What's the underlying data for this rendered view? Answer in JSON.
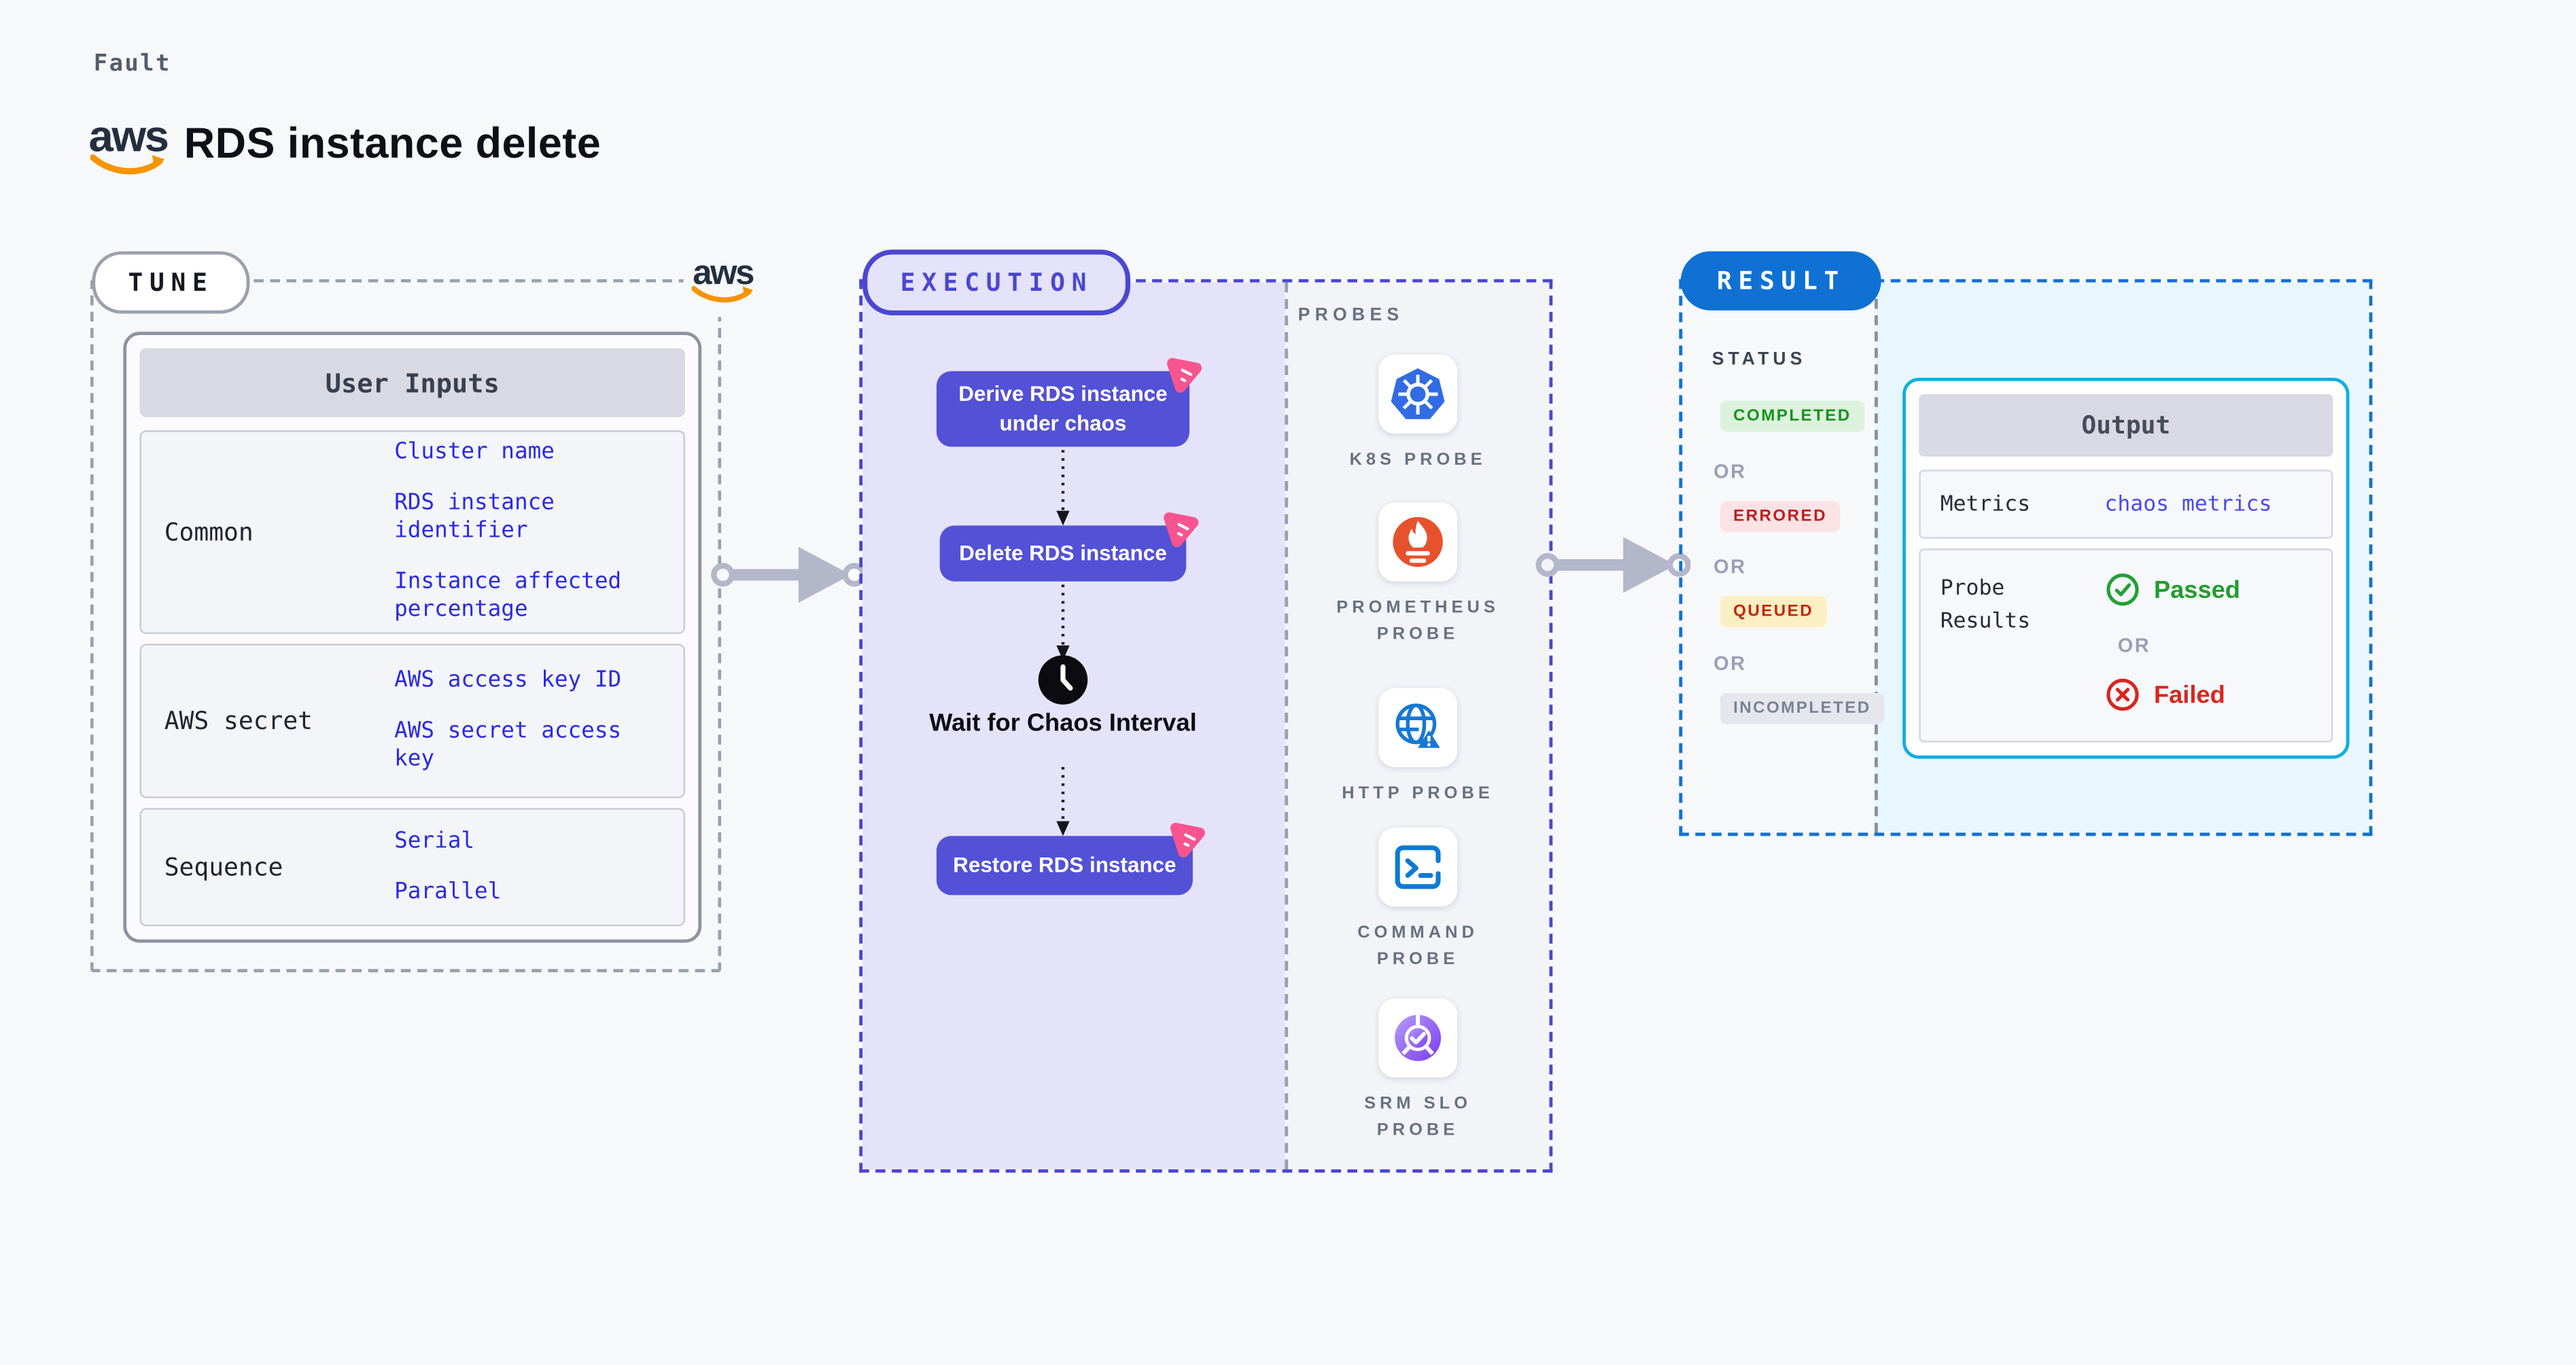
{
  "page": {
    "kind_label": "Fault",
    "title": "RDS instance delete",
    "brand": "aws"
  },
  "tune": {
    "badge": "TUNE",
    "table_header": "User Inputs",
    "rows": [
      {
        "label": "Common",
        "values": [
          "Cluster name",
          "RDS instance identifier",
          "Instance affected percentage"
        ]
      },
      {
        "label": "AWS secret",
        "values": [
          "AWS access key ID",
          "AWS secret access key"
        ]
      },
      {
        "label": "Sequence",
        "values": [
          "Serial",
          "Parallel"
        ]
      }
    ]
  },
  "execution": {
    "badge": "EXECUTION",
    "nodes": [
      "Derive RDS instance under chaos",
      "Delete RDS instance",
      "Restore RDS instance"
    ],
    "wait_label": "Wait for Chaos Interval"
  },
  "probes": {
    "title": "PROBES",
    "items": [
      {
        "label": "K8S PROBE",
        "icon": "kubernetes-icon"
      },
      {
        "label": "PROMETHEUS PROBE",
        "icon": "prometheus-icon"
      },
      {
        "label": "HTTP PROBE",
        "icon": "globe-icon"
      },
      {
        "label": "COMMAND PROBE",
        "icon": "terminal-icon"
      },
      {
        "label": "SRM SLO PROBE",
        "icon": "slo-check-icon"
      }
    ]
  },
  "result": {
    "badge": "RESULT",
    "status_title": "STATUS",
    "or": "OR",
    "statuses": [
      {
        "label": "COMPLETED",
        "fg": "#17921d",
        "bg": "#dcf2dc"
      },
      {
        "label": "ERRORED",
        "fg": "#c01d1d",
        "bg": "#fbe3e5"
      },
      {
        "label": "QUEUED",
        "fg": "#c3250f",
        "bg": "#fcefc3"
      },
      {
        "label": "INCOMPLETED",
        "fg": "#7b8294",
        "bg": "#e6e7ed"
      }
    ],
    "output": {
      "header": "Output",
      "metrics_label": "Metrics",
      "metrics_value": "chaos metrics",
      "probe_results_label": "Probe Results",
      "passed": "Passed",
      "failed": "Failed",
      "or": "OR"
    }
  },
  "colors": {
    "page_bg": "#f7f8fa",
    "accent_indigo": "#4b47d1",
    "node_purple": "#5351d5",
    "chaos_pink": "#f8548f",
    "result_blue": "#0f71d3",
    "link_blue": "#2a2ae2",
    "metrics_link_blue": "#4949ea",
    "passed_green": "#1f9e2c",
    "failed_red": "#d8251e",
    "aws_orange": "#f79400",
    "kubernetes_blue": "#326ce5",
    "prometheus_orange": "#e6522c",
    "arrow_gray": "#b4b6ca"
  }
}
